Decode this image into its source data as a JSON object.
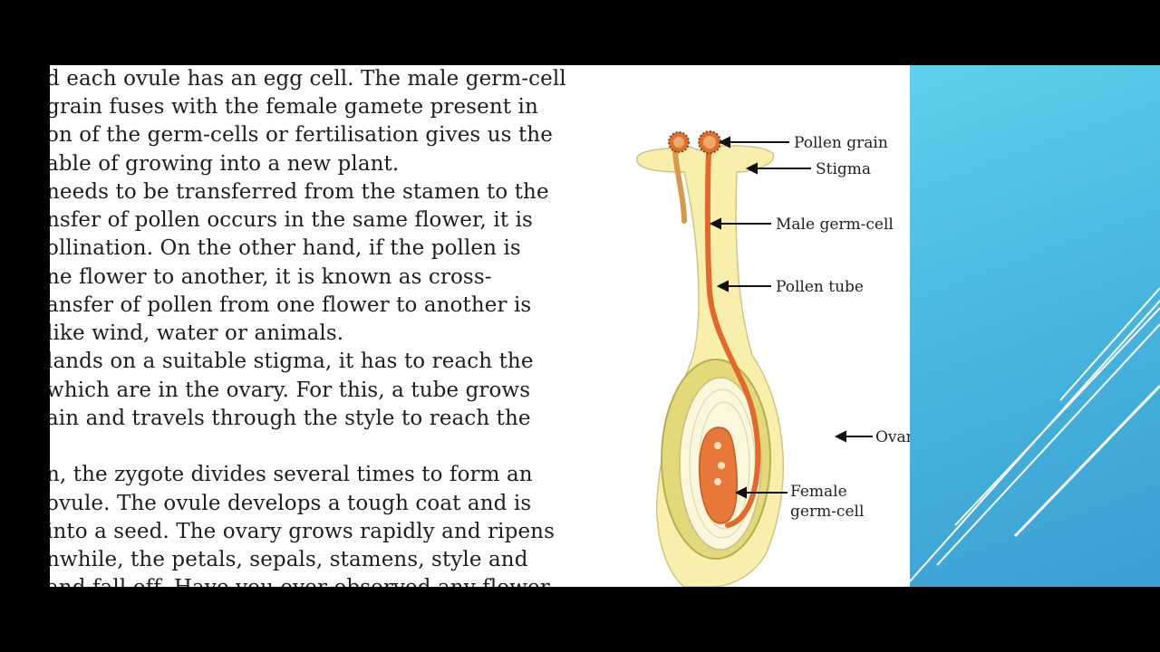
{
  "document": {
    "lines": [
      "d each ovule has an egg cell. The male germ-cell",
      "grain fuses with the female gamete present in",
      "on of the germ-cells or fertilisation gives us the",
      "able of growing into a new plant.",
      "needs to be transferred from the stamen to the",
      "nsfer of pollen occurs in the same flower, it is",
      "ollination. On the other hand, if the pollen is",
      "ne flower to another, it is known as cross-",
      "ansfer of pollen from one flower to another is",
      "like wind, water or animals.",
      "lands on a suitable stigma, it has to reach the",
      "which are in the ovary. For this, a tube grows",
      "ain and travels through the style to reach the",
      "",
      "n, the zygote divides several times to form an",
      "ovule. The ovule develops a tough coat and is",
      "into a seed. The ovary grows rapidly and ripens",
      "nwhile, the petals, sepals, stamens, style and",
      "and fall off. Have you ever observed any flower"
    ]
  },
  "diagram": {
    "labels": {
      "pollen_grain": "Pollen grain",
      "stigma": "Stigma",
      "male_germ_cell": "Male germ-cell",
      "pollen_tube": "Pollen tube",
      "ovary": "Ovary",
      "female_line1": "Female",
      "female_line2": "germ-cell"
    }
  },
  "colors": {
    "accent_blue": "#4ab8e0",
    "pistil_yellow": "#f7efab",
    "pollen_tube_orange": "#e06a2c"
  }
}
